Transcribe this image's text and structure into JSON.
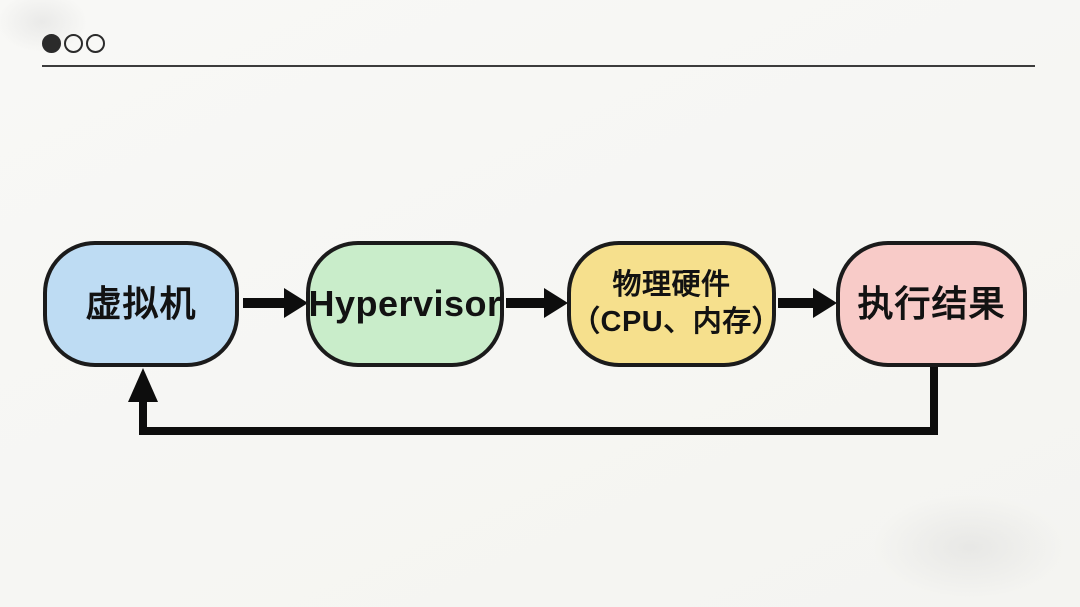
{
  "slide": {
    "background": "#f6f6f3",
    "indicator": {
      "dot_count": 3,
      "active_index": 0
    }
  },
  "diagram": {
    "stroke_color": "#1b1b1b",
    "arrow_color": "#0d0d0d",
    "nodes": [
      {
        "id": "virtual-machine",
        "label": "虚拟机",
        "fill": "#bedcf3"
      },
      {
        "id": "hypervisor",
        "label": "Hypervisor",
        "fill": "#c9edca"
      },
      {
        "id": "physical-hardware",
        "label_line1": "物理硬件",
        "label_line2": "（CPU、内存）",
        "fill": "#f6e08d"
      },
      {
        "id": "execution-result",
        "label": "执行结果",
        "fill": "#f8cbc8"
      }
    ],
    "edges": [
      {
        "from": "virtual-machine",
        "to": "hypervisor",
        "type": "arrow-right"
      },
      {
        "from": "hypervisor",
        "to": "physical-hardware",
        "type": "arrow-right"
      },
      {
        "from": "physical-hardware",
        "to": "execution-result",
        "type": "arrow-right"
      },
      {
        "from": "execution-result",
        "to": "virtual-machine",
        "type": "feedback-loop"
      }
    ]
  }
}
